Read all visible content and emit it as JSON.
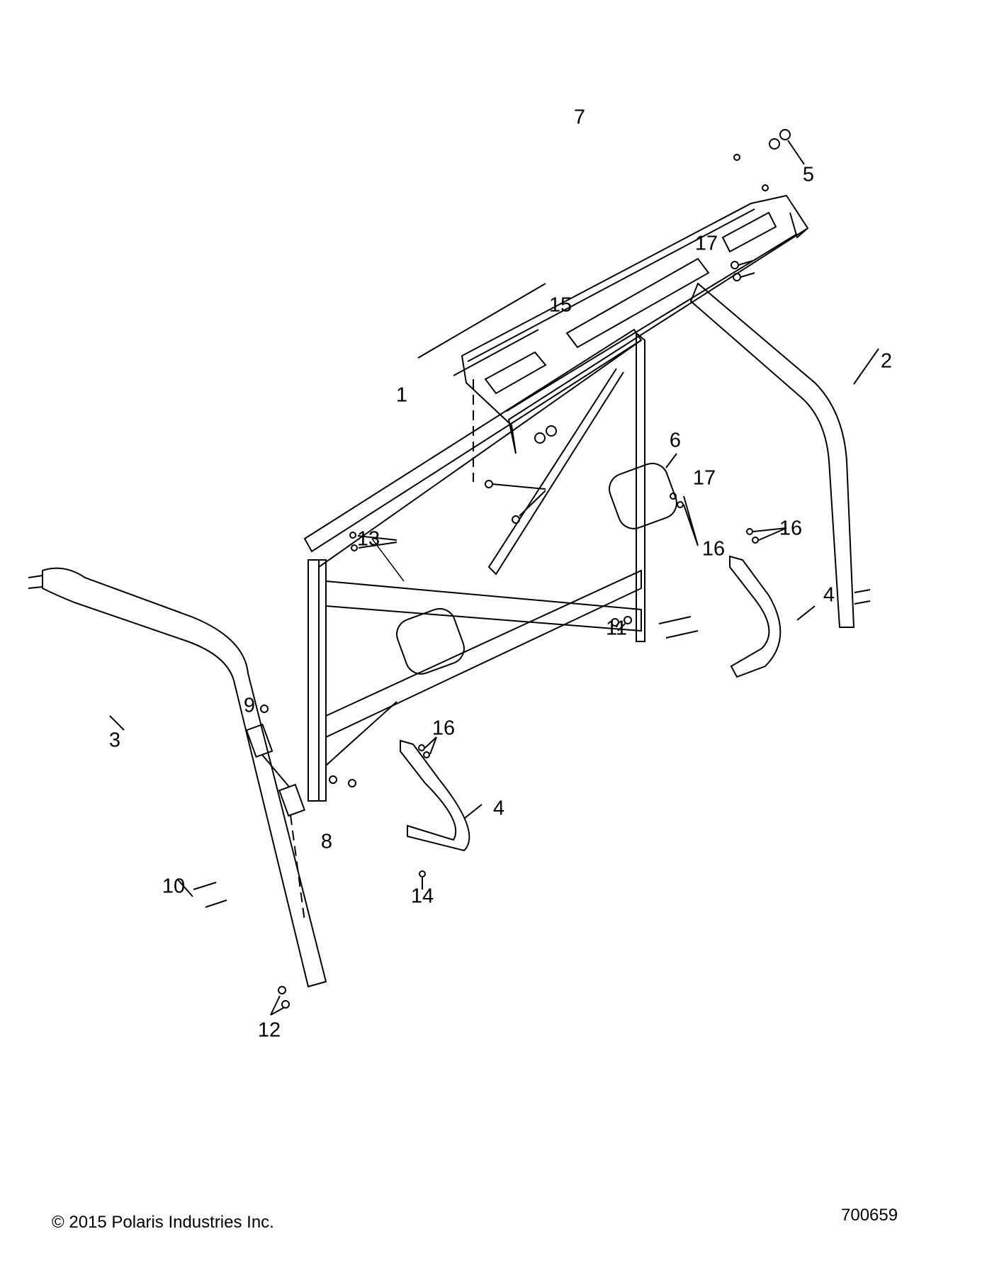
{
  "callouts": {
    "c1": "1",
    "c2": "2",
    "c3": "3",
    "c4a": "4",
    "c4b": "4",
    "c5": "5",
    "c6": "6",
    "c7": "7",
    "c8": "8",
    "c9": "9",
    "c10": "10",
    "c11": "11",
    "c12": "12",
    "c13": "13",
    "c14": "14",
    "c15": "15",
    "c16a": "16",
    "c16b": "16",
    "c16c": "16",
    "c17a": "17",
    "c17b": "17"
  },
  "footer": {
    "copyright": "© 2015 Polaris Industries Inc.",
    "diagram_number": "700659"
  }
}
